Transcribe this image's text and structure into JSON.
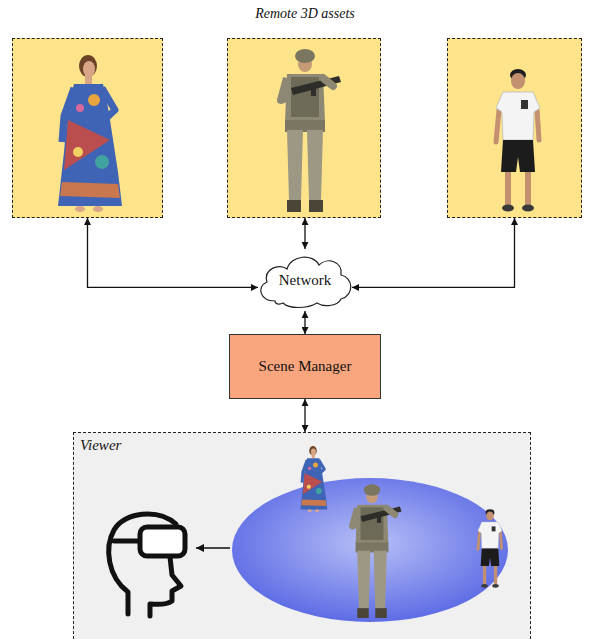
{
  "diagram": {
    "title": "Remote 3D assets",
    "nodes": [
      {
        "text": []
      },
      {
        "text": []
      },
      {
        "text": []
      },
      {
        "text": [
          "Network"
        ]
      },
      {
        "text": [
          "Scene Manager"
        ]
      },
      {
        "text": [
          "Viewer"
        ]
      }
    ],
    "edges": [
      {
        "from": 0,
        "to": 3,
        "arrow": "both"
      },
      {
        "from": 1,
        "to": 3,
        "arrow": "both"
      },
      {
        "from": 2,
        "to": 3,
        "arrow": "both"
      },
      {
        "from": 3,
        "to": 4,
        "arrow": "both"
      },
      {
        "from": 4,
        "to": 5,
        "arrow": "both"
      }
    ]
  }
}
